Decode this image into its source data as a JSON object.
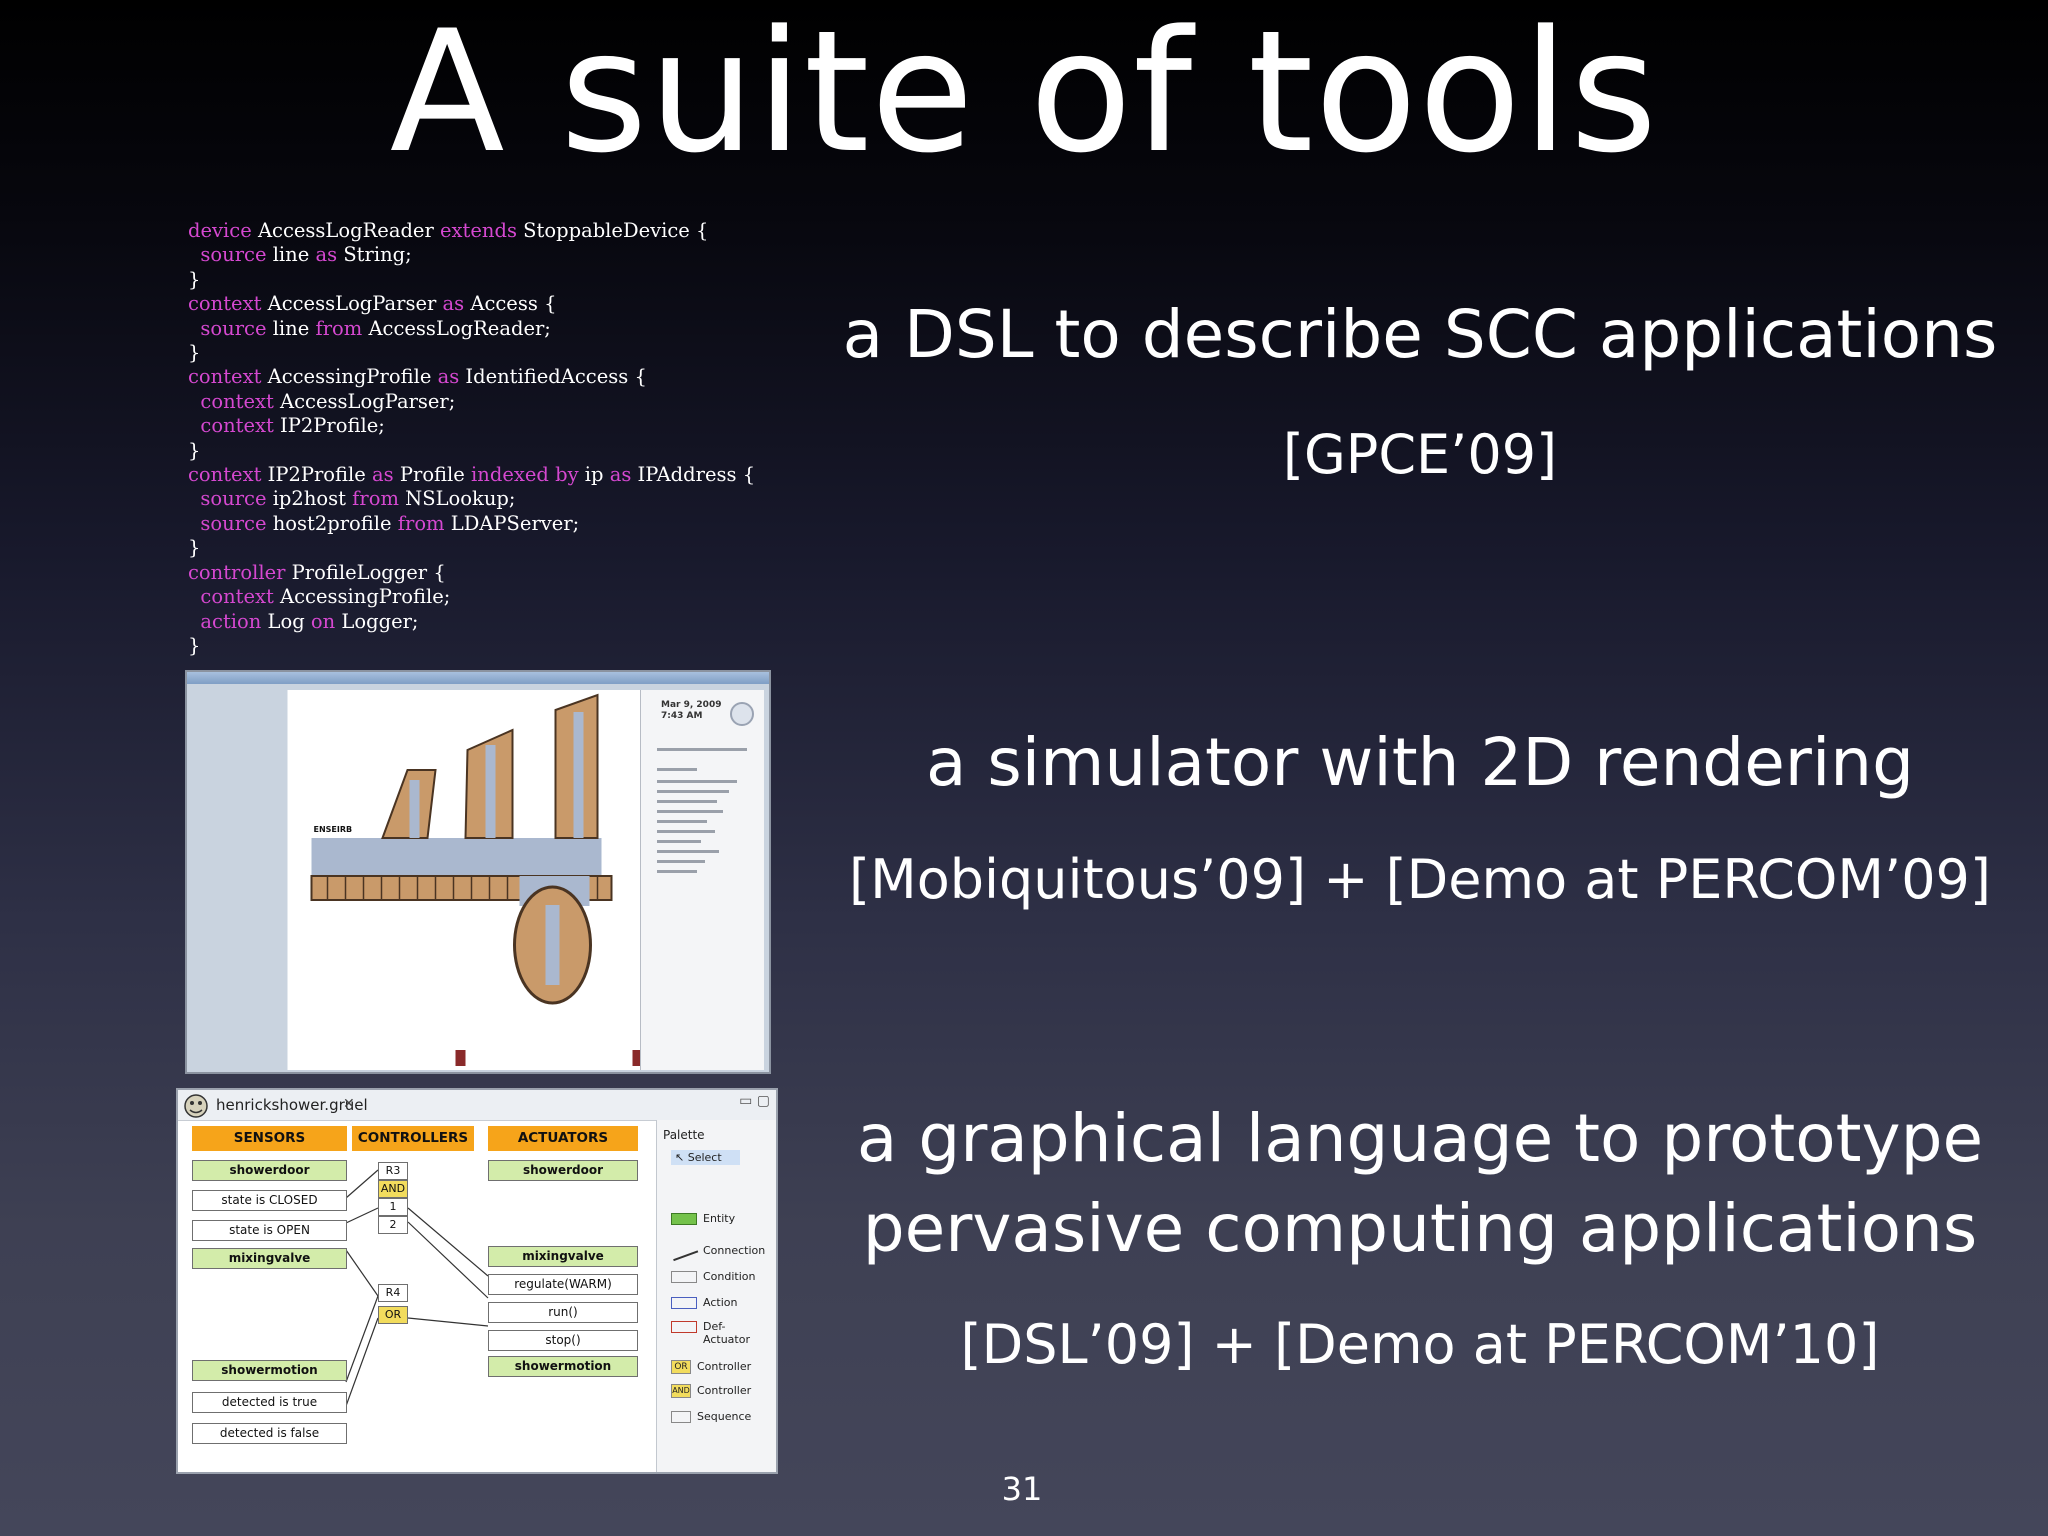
{
  "slide": {
    "title": "A suite of tools",
    "page_number": "31"
  },
  "code": {
    "lines": [
      [
        {
          "t": "device",
          "k": true
        },
        {
          "t": " AccessLogReader "
        },
        {
          "t": "extends",
          "k": true
        },
        {
          "t": " StoppableDevice {"
        }
      ],
      [
        {
          "t": "  "
        },
        {
          "t": "source",
          "k": true
        },
        {
          "t": " line "
        },
        {
          "t": "as",
          "k": true
        },
        {
          "t": " String;"
        }
      ],
      [
        {
          "t": "}"
        }
      ],
      [
        {
          "t": "context",
          "k": true
        },
        {
          "t": " AccessLogParser "
        },
        {
          "t": "as",
          "k": true
        },
        {
          "t": " Access {"
        }
      ],
      [
        {
          "t": "  "
        },
        {
          "t": "source",
          "k": true
        },
        {
          "t": " line "
        },
        {
          "t": "from",
          "k": true
        },
        {
          "t": " AccessLogReader;"
        }
      ],
      [
        {
          "t": "}"
        }
      ],
      [
        {
          "t": "context",
          "k": true
        },
        {
          "t": " AccessingProfile "
        },
        {
          "t": "as",
          "k": true
        },
        {
          "t": " IdentifiedAccess {"
        }
      ],
      [
        {
          "t": "  "
        },
        {
          "t": "context",
          "k": true
        },
        {
          "t": " AccessLogParser;"
        }
      ],
      [
        {
          "t": "  "
        },
        {
          "t": "context",
          "k": true
        },
        {
          "t": " IP2Profile;"
        }
      ],
      [
        {
          "t": "}"
        }
      ],
      [
        {
          "t": "context",
          "k": true
        },
        {
          "t": " IP2Profile "
        },
        {
          "t": "as",
          "k": true
        },
        {
          "t": " Profile "
        },
        {
          "t": "indexed by",
          "k": true
        },
        {
          "t": " ip "
        },
        {
          "t": "as",
          "k": true
        },
        {
          "t": " IPAddress {"
        }
      ],
      [
        {
          "t": "  "
        },
        {
          "t": "source",
          "k": true
        },
        {
          "t": " ip2host "
        },
        {
          "t": "from",
          "k": true
        },
        {
          "t": " NSLookup;"
        }
      ],
      [
        {
          "t": "  "
        },
        {
          "t": "source",
          "k": true
        },
        {
          "t": " host2profile "
        },
        {
          "t": "from",
          "k": true
        },
        {
          "t": " LDAPServer;"
        }
      ],
      [
        {
          "t": "}"
        }
      ],
      [
        {
          "t": "controller",
          "k": true
        },
        {
          "t": " ProfileLogger {"
        }
      ],
      [
        {
          "t": "  "
        },
        {
          "t": "context",
          "k": true
        },
        {
          "t": " AccessingProfile;"
        }
      ],
      [
        {
          "t": "  "
        },
        {
          "t": "action",
          "k": true
        },
        {
          "t": " Log "
        },
        {
          "t": "on",
          "k": true
        },
        {
          "t": " Logger;"
        }
      ],
      [
        {
          "t": "}"
        }
      ]
    ],
    "keyword_color": "#d548d0"
  },
  "items": [
    {
      "heading": "a DSL to describe SCC applications",
      "ref": "[GPCE’09]"
    },
    {
      "heading": "a simulator with 2D rendering",
      "ref": "[Mobiquitous’09] + [Demo at PERCOM’09]"
    },
    {
      "heading_lines": [
        "a graphical language to prototype",
        "pervasive computing applications"
      ],
      "ref": "[DSL’09] + [Demo at PERCOM’10]"
    }
  ],
  "simulator": {
    "date": "Mar 9, 2009",
    "time": "7:43 AM",
    "map_label": "ENSEIRB"
  },
  "editor": {
    "tab_title": "henrickshower.gruel",
    "columns": {
      "sensors": "SENSORS",
      "controllers": "CONTROLLERS",
      "actuators": "ACTUATORS"
    },
    "sensors": [
      {
        "label": "showerdoor",
        "kind": "entity"
      },
      {
        "label": "state is CLOSED",
        "kind": "condition"
      },
      {
        "label": "state is OPEN",
        "kind": "condition"
      },
      {
        "label": "mixingvalve",
        "kind": "entity"
      },
      {
        "label": "showermotion",
        "kind": "entity"
      },
      {
        "label": "detected is true",
        "kind": "condition"
      },
      {
        "label": "detected is false",
        "kind": "condition"
      }
    ],
    "controllers": {
      "r3": "R3",
      "and": "AND",
      "one": "1",
      "two": "2",
      "r4": "R4",
      "or": "OR"
    },
    "actuators": [
      {
        "label": "showerdoor",
        "kind": "entity"
      },
      {
        "label": "mixingvalve",
        "kind": "entity"
      },
      {
        "label": "regulate(WARM)",
        "kind": "action"
      },
      {
        "label": "run()",
        "kind": "action"
      },
      {
        "label": "stop()",
        "kind": "action"
      },
      {
        "label": "showermotion",
        "kind": "entity"
      }
    ],
    "palette": {
      "title": "Palette",
      "select": "Select",
      "entity": "Entity",
      "connection": "Connection",
      "condition": "Condition",
      "action": "Action",
      "def_actuator_1": "Def-",
      "def_actuator_2": "Actuator",
      "or_controller": "Controller",
      "and_controller": "Controller",
      "or_tag": "OR",
      "and_tag": "AND",
      "sequence": "Sequence"
    }
  }
}
